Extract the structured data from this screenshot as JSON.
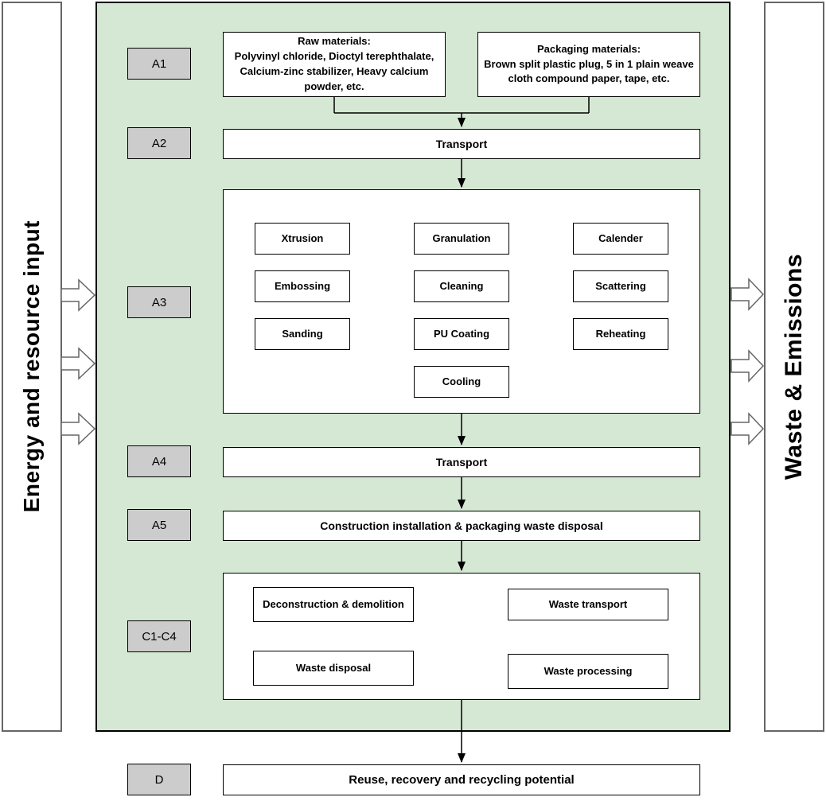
{
  "colors": {
    "diagram_bg": "#d5e8d4",
    "stage_label_bg": "#cccccc",
    "bar_border": "#666666"
  },
  "left_bar": {
    "label": "Energy and resource input"
  },
  "right_bar": {
    "label": "Waste & Emissions"
  },
  "stage_labels": {
    "a1": "A1",
    "a2": "A2",
    "a3": "A3",
    "a4": "A4",
    "a5": "A5",
    "c1c4": "C1-C4",
    "d": "D"
  },
  "a1": {
    "raw": {
      "title": "Raw materials:",
      "body": "Polyvinyl chloride,  Dioctyl terephthalate, Calcium-zinc stabilizer, Heavy calcium powder, etc."
    },
    "packaging": {
      "title": "Packaging materials:",
      "body": "Brown split plastic plug, 5 in 1 plain weave cloth compound paper, tape, etc."
    }
  },
  "a2": {
    "label": "Transport"
  },
  "a3": {
    "xtrusion": "Xtrusion",
    "granulation": "Granulation",
    "calender": "Calender",
    "embossing": "Embossing",
    "cleaning": "Cleaning",
    "scattering": "Scattering",
    "sanding": "Sanding",
    "pu_coating": "PU Coating",
    "reheating": "Reheating",
    "cooling": "Cooling"
  },
  "a4": {
    "label": "Transport"
  },
  "a5": {
    "label": "Construction installation & packaging waste disposal"
  },
  "c1c4": {
    "deconstruction": "Deconstruction & demolition",
    "waste_transport": "Waste transport",
    "waste_disposal": "Waste disposal",
    "waste_processing": "Waste processing"
  },
  "d": {
    "label": "Reuse, recovery and recycling potential"
  }
}
